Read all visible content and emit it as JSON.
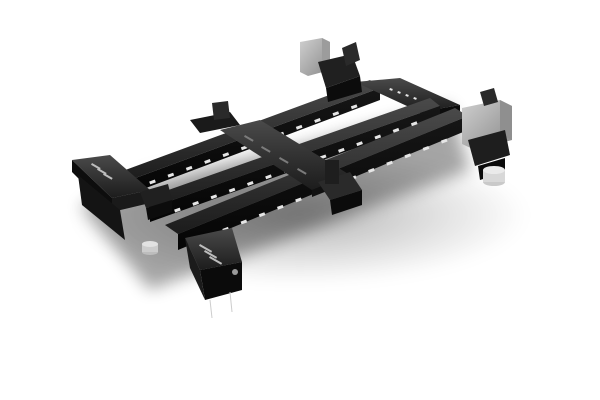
{
  "image": {
    "subject": "product photo",
    "background_color": "#ffffff",
    "frame_color": "#1e1e1e",
    "accent_color": "#3a3a3a",
    "slot_color": "#e6e6e6",
    "bracket_color": "#a9a9a9",
    "parts": [
      "base-frame-rail-front",
      "base-frame-rail-rear",
      "center-cross-plate",
      "left-end-bracket",
      "right-pedestal-clamp",
      "rear-pedestal-clamp",
      "adjustable-feet"
    ]
  }
}
